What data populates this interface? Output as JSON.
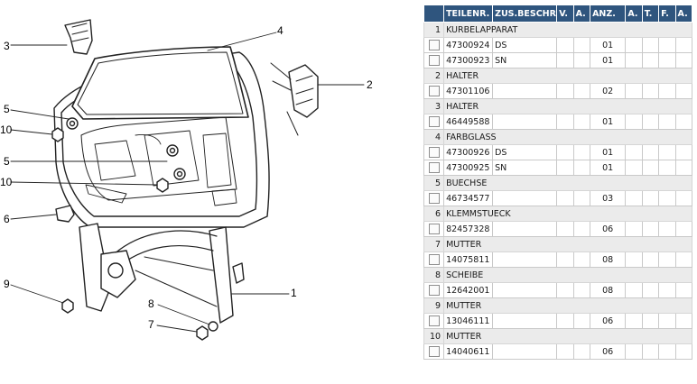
{
  "diagram": {
    "callouts": [
      "1",
      "2",
      "3",
      "4",
      "5",
      "5",
      "6",
      "7",
      "8",
      "9",
      "10",
      "10"
    ]
  },
  "table": {
    "headers": [
      "",
      "TEILENR.",
      "ZUS.BESCHR.",
      "V.",
      "A.",
      "ANZ.",
      "A.",
      "T.",
      "F.",
      "A."
    ],
    "groups": [
      {
        "num": "1",
        "name": "KURBELAPPARAT",
        "parts": [
          {
            "teilenr": "47300924",
            "zus": "DS",
            "anz": "01"
          },
          {
            "teilenr": "47300923",
            "zus": "SN",
            "anz": "01"
          }
        ]
      },
      {
        "num": "2",
        "name": "HALTER",
        "parts": [
          {
            "teilenr": "47301106",
            "zus": "",
            "anz": "02"
          }
        ]
      },
      {
        "num": "3",
        "name": "HALTER",
        "parts": [
          {
            "teilenr": "46449588",
            "zus": "",
            "anz": "01"
          }
        ]
      },
      {
        "num": "4",
        "name": "FARBGLASS",
        "parts": [
          {
            "teilenr": "47300926",
            "zus": "DS",
            "anz": "01"
          },
          {
            "teilenr": "47300925",
            "zus": "SN",
            "anz": "01"
          }
        ]
      },
      {
        "num": "5",
        "name": "BUECHSE",
        "parts": [
          {
            "teilenr": "46734577",
            "zus": "",
            "anz": "03"
          }
        ]
      },
      {
        "num": "6",
        "name": "KLEMMSTUECK",
        "parts": [
          {
            "teilenr": "82457328",
            "zus": "",
            "anz": "06"
          }
        ]
      },
      {
        "num": "7",
        "name": "MUTTER",
        "parts": [
          {
            "teilenr": "14075811",
            "zus": "",
            "anz": "08"
          }
        ]
      },
      {
        "num": "8",
        "name": "SCHEIBE",
        "parts": [
          {
            "teilenr": "12642001",
            "zus": "",
            "anz": "08"
          }
        ]
      },
      {
        "num": "9",
        "name": "MUTTER",
        "parts": [
          {
            "teilenr": "13046111",
            "zus": "",
            "anz": "06"
          }
        ]
      },
      {
        "num": "10",
        "name": "MUTTER",
        "parts": [
          {
            "teilenr": "14040611",
            "zus": "",
            "anz": "06"
          }
        ]
      }
    ]
  }
}
